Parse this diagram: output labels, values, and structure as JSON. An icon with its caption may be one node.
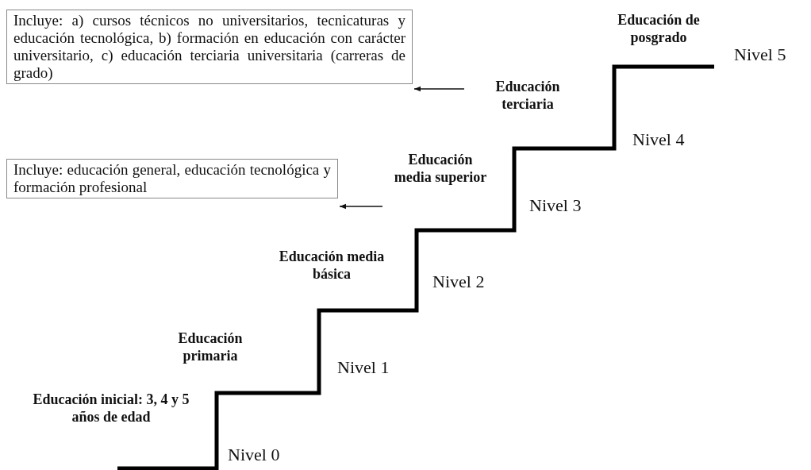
{
  "diagram": {
    "nodes": [
      {
        "text": [
          "Incluye: a) cursos técnicos no universitarios, tecnicaturas y educación tecnológica, b) formación en educación con carácter universitario, c) educación terciaria universitaria (carreras de grado)"
        ]
      },
      {
        "text": [
          "Incluye: educación general, educación tecnológica y formación profesional"
        ]
      },
      {
        "text": [
          "Educación terciaria"
        ]
      },
      {
        "text": [
          "Educación media superior"
        ]
      }
    ],
    "edges": [
      {
        "from": 2,
        "to": 0,
        "arrow": "to"
      },
      {
        "from": 3,
        "to": 1,
        "arrow": "to"
      }
    ],
    "labels": [
      "Educación de posgrado",
      "Nivel 5",
      "Nivel 4",
      "Nivel 3",
      "Educación media básica",
      "Nivel 2",
      "Educación primaria",
      "Nivel 1",
      "Educación inicial: 3, 4 y 5 años de edad",
      "Nivel 0"
    ]
  }
}
